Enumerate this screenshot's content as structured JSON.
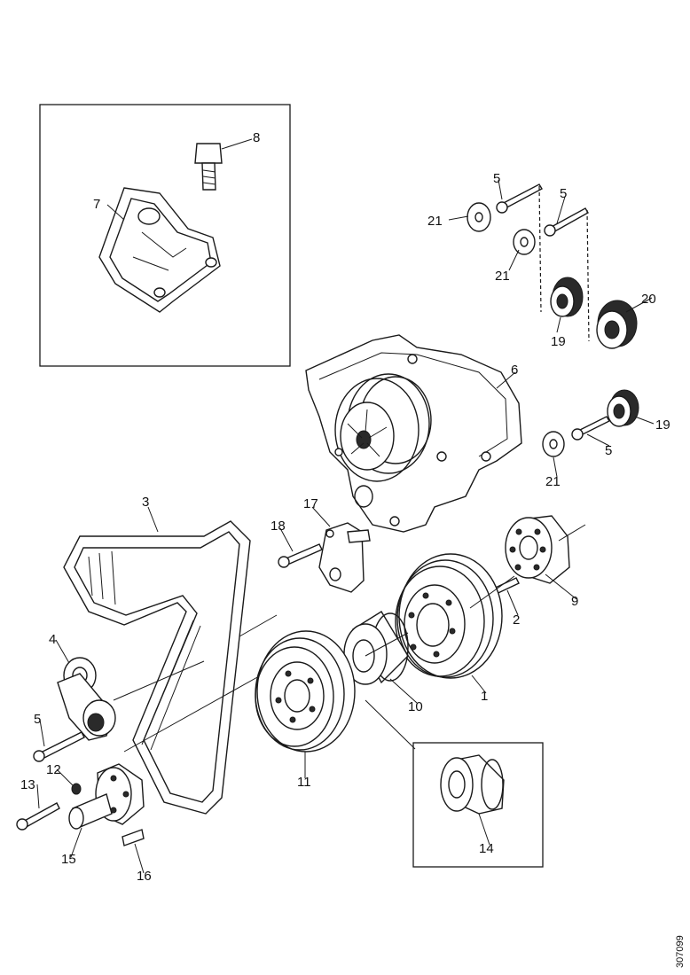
{
  "callouts": [
    "1",
    "2",
    "3",
    "4",
    "5",
    "5",
    "5",
    "5",
    "6",
    "7",
    "8",
    "9",
    "10",
    "11",
    "12",
    "13",
    "14",
    "15",
    "16",
    "17",
    "18",
    "19",
    "19",
    "20",
    "21",
    "21",
    "21"
  ],
  "drawing_code": "307099"
}
